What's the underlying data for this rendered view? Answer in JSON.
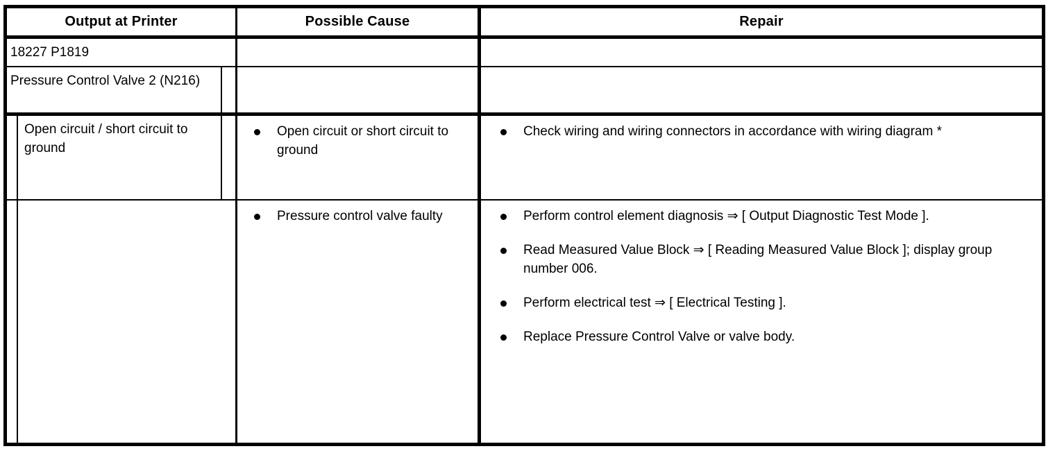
{
  "document": {
    "type": "diagnostic-fault-table",
    "header": {
      "columns": [
        {
          "key": "output",
          "label": "Output at Printer"
        },
        {
          "key": "cause",
          "label": "Possible Cause"
        },
        {
          "key": "repair",
          "label": "Repair"
        }
      ]
    },
    "rows": [
      {
        "id": "row-code",
        "output_text": "18227 P1819",
        "cause_items": [],
        "repair_items": []
      },
      {
        "id": "row-component",
        "output_text": "Pressure Control Valve 2 (N216)",
        "cause_items": [],
        "repair_items": []
      },
      {
        "id": "row-open-circuit",
        "output_text": "Open circuit / short circuit to ground",
        "cause_items": [
          "Open circuit or short circuit to ground"
        ],
        "repair_items": [
          "Check wiring and wiring connectors in accordance with wiring diagram *"
        ]
      },
      {
        "id": "row-valve-faulty",
        "output_text": "",
        "cause_items": [
          "Pressure control valve faulty"
        ],
        "repair_items": [
          "Perform control element diagnosis ⇒ [ Output Diagnostic Test Mode ].",
          "Read Measured Value Block ⇒ [ Reading Measured Value Block ]; display group number 006.",
          "Perform electrical test ⇒ [ Electrical Testing ].",
          "Replace Pressure Control Valve or valve body."
        ]
      }
    ],
    "colors": {
      "rule": "#000000",
      "text": "#000000",
      "background": "#ffffff"
    }
  }
}
